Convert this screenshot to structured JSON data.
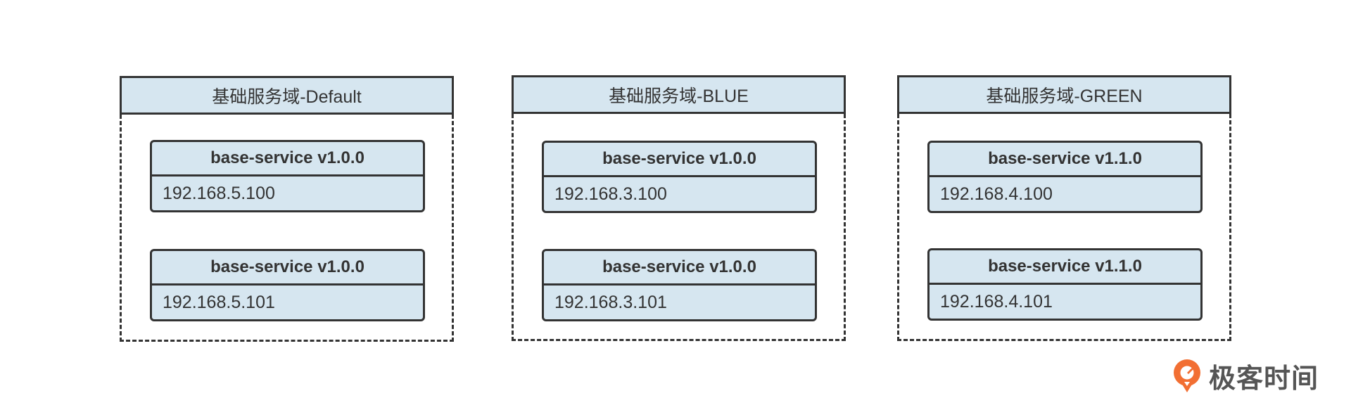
{
  "domains": [
    {
      "title": "基础服务域-Default",
      "services": [
        {
          "name": "base-service v1.0.0",
          "ip": "192.168.5.100"
        },
        {
          "name": "base-service v1.0.0",
          "ip": "192.168.5.101"
        }
      ]
    },
    {
      "title": "基础服务域-BLUE",
      "services": [
        {
          "name": "base-service v1.0.0",
          "ip": "192.168.3.100"
        },
        {
          "name": "base-service v1.0.0",
          "ip": "192.168.3.101"
        }
      ]
    },
    {
      "title": "基础服务域-GREEN",
      "services": [
        {
          "name": "base-service v1.1.0",
          "ip": "192.168.4.100"
        },
        {
          "name": "base-service v1.1.0",
          "ip": "192.168.4.101"
        }
      ]
    }
  ],
  "logo": {
    "text": "极客时间",
    "icon": "geektime-logo-icon"
  },
  "colors": {
    "header_fill": "#d6e6f0",
    "card_fill": "#d6e6f0",
    "stroke": "#333333",
    "logo_orange": "#f26f33",
    "logo_text": "#555555"
  }
}
